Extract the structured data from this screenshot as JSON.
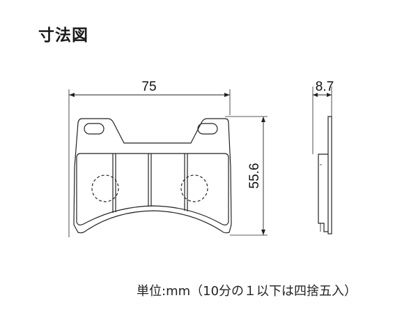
{
  "title": "寸法図",
  "dimensions": {
    "width": "75",
    "height": "55.6",
    "thickness": "8.7"
  },
  "unit_note": "単位:mm（10分の１以下は四捨五入）",
  "colors": {
    "line": "#222222",
    "text": "#111111"
  }
}
